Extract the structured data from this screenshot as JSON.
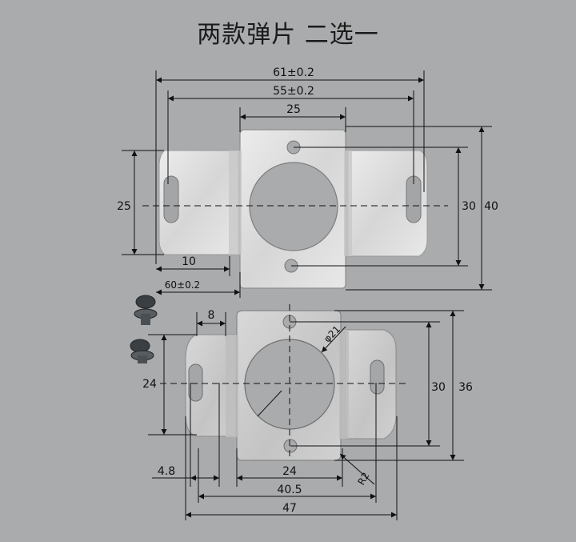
{
  "title": "两款弹片  二选一",
  "top_part": {
    "dims": {
      "overall_width": "61±0.2",
      "hole_span": "55±0.2",
      "center_width": "25",
      "side_height": "25",
      "side_tab_width": "10",
      "tab_offset": "60±0.2",
      "hole_height": "30",
      "center_height": "40"
    }
  },
  "bottom_part": {
    "dims": {
      "tab_width": "8",
      "bore_diameter": "φ21",
      "side_height": "24",
      "hole_height": "30",
      "center_height": "36",
      "slot_offset": "4.8",
      "center_width": "24",
      "hole_span": "40.5",
      "overall_width": "47",
      "corner_radius": "R2"
    }
  },
  "colors": {
    "background": "#a9abad",
    "metal": "#dcdcdc",
    "dimension_line": "#111111"
  }
}
